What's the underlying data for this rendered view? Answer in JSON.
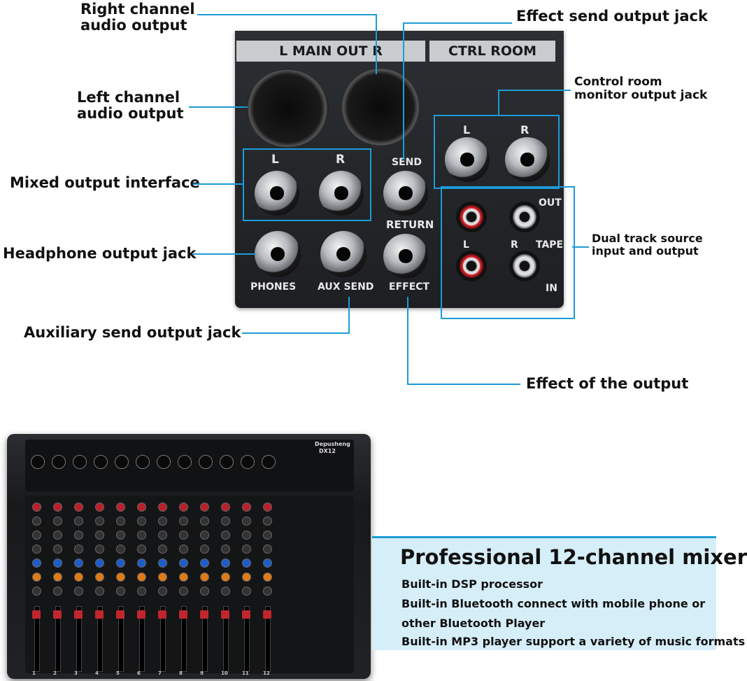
{
  "callouts": {
    "right_channel_1": "Right channel",
    "right_channel_2": "audio output",
    "effect_send": "Effect send output jack",
    "left_channel_1": "Left channel",
    "left_channel_2": "audio output",
    "control_room_1": "Control room",
    "control_room_2": "monitor output jack",
    "mixed_output": "Mixed output interface",
    "headphone": "Headphone output jack",
    "dual_track_1": "Dual track source",
    "dual_track_2": "input and output",
    "aux_send": "Auxiliary send output jack",
    "effect_output": "Effect of the output"
  },
  "panel": {
    "main_out": "L MAIN OUT R",
    "ctrl_room": "CTRL ROOM",
    "L": "L",
    "R": "R",
    "send": "SEND",
    "return": "RETURN",
    "phones": "PHONES",
    "aux_send": "AUX SEND",
    "effect": "EFFECT",
    "out": "OUT",
    "tape": "TAPE",
    "in": "IN"
  },
  "mixer": {
    "brand": "Depusheng",
    "model": "DX12",
    "channels": [
      "1",
      "2",
      "3",
      "4",
      "5",
      "6",
      "7",
      "8",
      "9",
      "10",
      "11",
      "12"
    ]
  },
  "banner": {
    "title": "Professional 12-channel mixer",
    "line1": "Built-in DSP processor",
    "line2": "Built-in Bluetooth connect with mobile phone or",
    "line3": "other Bluetooth Player",
    "line4": "Built-in MP3 player support a variety of music formats"
  },
  "colors": {
    "accent": "#1d9bd7",
    "banner_bg": "#d6eef8"
  }
}
